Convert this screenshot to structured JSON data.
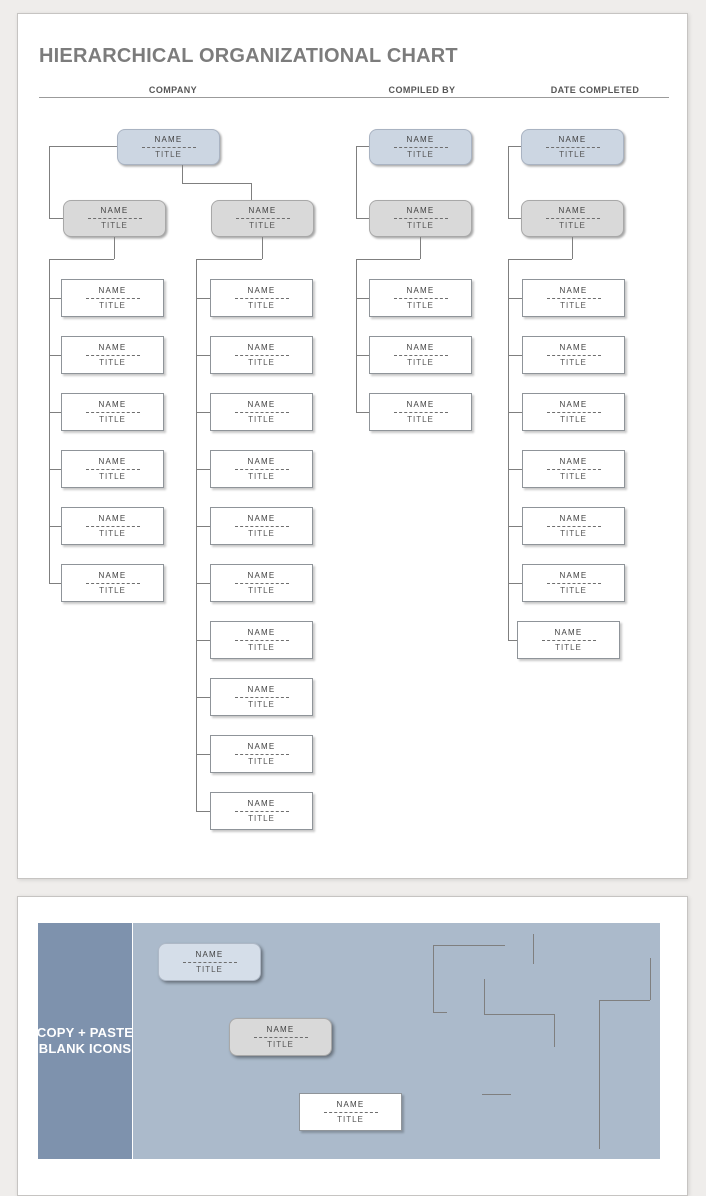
{
  "document": {
    "title": "HIERARCHICAL ORGANIZATIONAL CHART",
    "meta_fields": [
      {
        "label": "COMPANY"
      },
      {
        "label": "COMPILED BY"
      },
      {
        "label": "DATE COMPLETED"
      }
    ]
  },
  "node_labels": {
    "name": "NAME",
    "title": "TITLE"
  },
  "org_chart": {
    "type": "tree",
    "groups": [
      {
        "id": "company",
        "root": {
          "name": "NAME",
          "title": "TITLE",
          "style": "blue-rounded"
        },
        "managers": 2,
        "leaf_columns": [
          6,
          10
        ]
      },
      {
        "id": "compiled_by",
        "root": {
          "name": "NAME",
          "title": "TITLE",
          "style": "blue-rounded"
        },
        "managers": 1,
        "leaf_columns": [
          3
        ]
      },
      {
        "id": "date_completed",
        "root": {
          "name": "NAME",
          "title": "TITLE",
          "style": "blue-rounded"
        },
        "managers": 1,
        "leaf_columns": [
          7
        ]
      }
    ]
  },
  "blank_icons_panel": {
    "label_lines": [
      "COPY + PASTE",
      "BLANK ICONS"
    ],
    "sample_boxes": [
      {
        "style": "blue-rounded",
        "name": "NAME",
        "title": "TITLE"
      },
      {
        "style": "gray-rounded",
        "name": "NAME",
        "title": "TITLE"
      },
      {
        "style": "white-square",
        "name": "NAME",
        "title": "TITLE"
      }
    ],
    "connector_icons": [
      "corner-top-left-connector-icon",
      "elbow-step-down-connector-icon",
      "vertical-line-connector-icon",
      "long-corner-connector-icon",
      "horizontal-line-connector-icon"
    ]
  },
  "colors": {
    "root_box_blue": "#ccd6e2",
    "manager_box_gray": "#d9d9d9",
    "leaf_box_white": "#ffffff",
    "sidebar_blue": "#7e92ad",
    "panel_blue": "#abbacb",
    "connector_gray": "#7f7f7f",
    "title_text": "#7c7c7c",
    "meta_text": "#565656"
  }
}
